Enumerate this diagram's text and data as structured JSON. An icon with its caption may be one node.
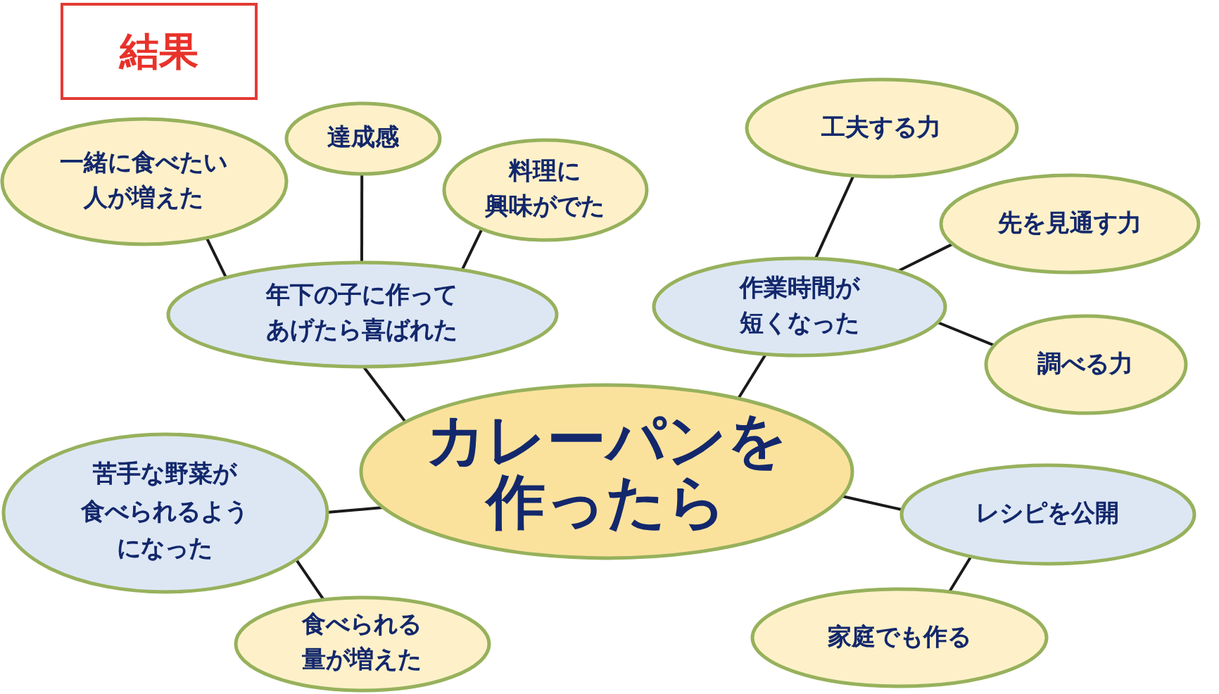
{
  "diagram": {
    "title": "結果",
    "nodes": [
      {
        "text": [
          "一緒に食べたい人が増えた"
        ]
      },
      {
        "text": [
          "達成感"
        ]
      },
      {
        "text": [
          "料理に興味がでた"
        ]
      },
      {
        "text": [
          "工夫する力"
        ]
      },
      {
        "text": [
          "先を見通す力"
        ]
      },
      {
        "text": [
          "年下の子に作ってあげたら喜ばれた"
        ]
      },
      {
        "text": [
          "作業時間が短くなった"
        ]
      },
      {
        "text": [
          "調べる力"
        ]
      },
      {
        "text": [
          "カレーパンを作ったら"
        ]
      },
      {
        "text": [
          "苦手な野菜が食べられるようになった"
        ]
      },
      {
        "text": [
          "レシピを公開"
        ]
      },
      {
        "text": [
          "食べられる量が増えた"
        ]
      },
      {
        "text": [
          "家庭でも作る"
        ]
      }
    ],
    "edges": [
      {
        "from": 8,
        "to": 5,
        "arrow": "none"
      },
      {
        "from": 5,
        "to": 0,
        "arrow": "none"
      },
      {
        "from": 5,
        "to": 1,
        "arrow": "none"
      },
      {
        "from": 5,
        "to": 2,
        "arrow": "none"
      },
      {
        "from": 8,
        "to": 6,
        "arrow": "none"
      },
      {
        "from": 6,
        "to": 3,
        "arrow": "none"
      },
      {
        "from": 6,
        "to": 4,
        "arrow": "none"
      },
      {
        "from": 6,
        "to": 7,
        "arrow": "none"
      },
      {
        "from": 8,
        "to": 9,
        "arrow": "none"
      },
      {
        "from": 9,
        "to": 11,
        "arrow": "none"
      },
      {
        "from": 8,
        "to": 10,
        "arrow": "none"
      },
      {
        "from": 10,
        "to": 12,
        "arrow": "none"
      }
    ]
  }
}
